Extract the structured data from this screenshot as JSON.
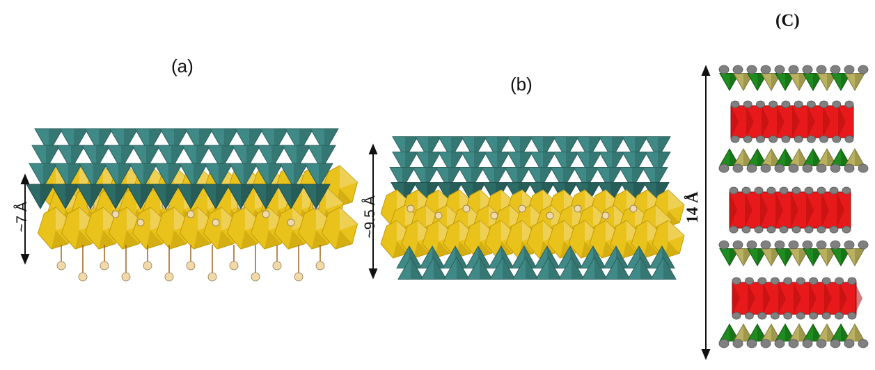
{
  "panels": {
    "a": {
      "label": "(a)",
      "spacing": "~7 Å"
    },
    "b": {
      "label": "(b)",
      "spacing": "~9.5 Å"
    },
    "c": {
      "label": "(C)",
      "spacing": "14 Å"
    }
  },
  "colors": {
    "tetrahedra": "#3f8a86",
    "tetrahedra_dark": "#2a5f5c",
    "octahedra": "#e9c21b",
    "octahedra_dark": "#c29a0a",
    "cation_sphere": "#f1d9a8",
    "green_tetrahedra": "#1f8c1f",
    "olive_tetrahedra": "#b9b060",
    "red_octahedra": "#e8191a",
    "gray_sphere": "#808080"
  }
}
